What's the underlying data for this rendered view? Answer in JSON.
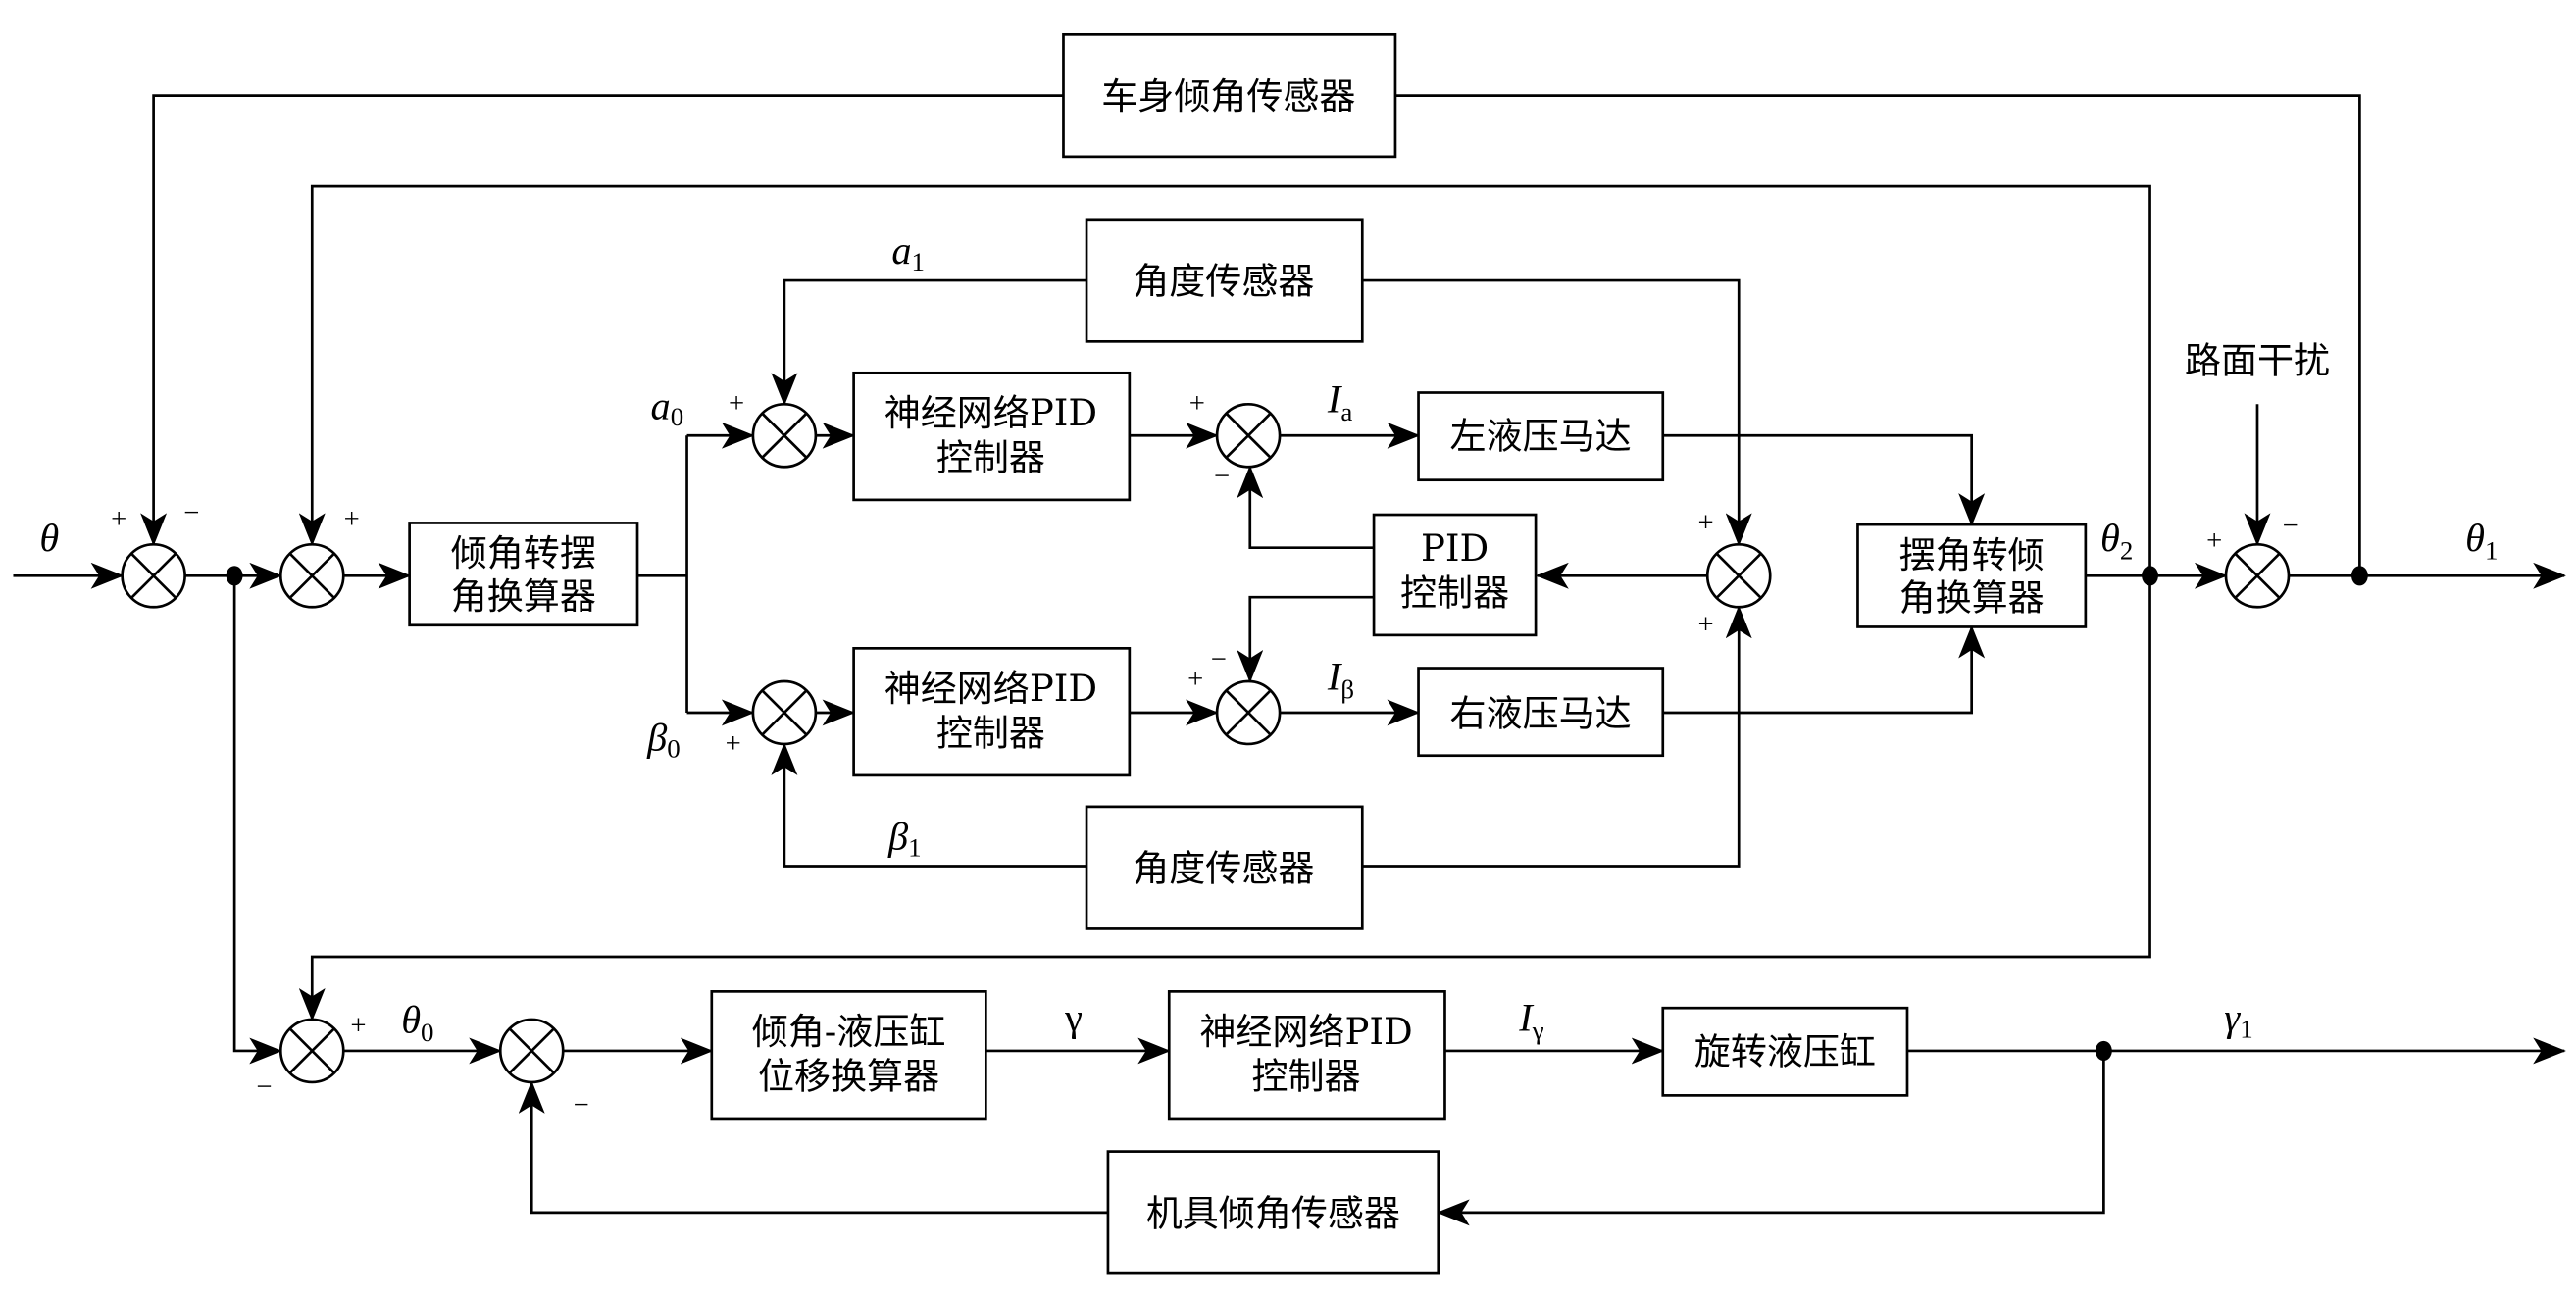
{
  "blocks": {
    "body_tilt_sensor": "车身倾角传感器",
    "angle_sensor_top": "角度传感器",
    "angle_sensor_bottom": "角度传感器",
    "nn_pid_top": [
      "神经网络PID",
      "控制器"
    ],
    "nn_pid_bottom": [
      "神经网络PID",
      "控制器"
    ],
    "tilt_to_swing": [
      "倾角转摆",
      "角换算器"
    ],
    "left_motor": "左液压马达",
    "right_motor": "右液压马达",
    "pid_controller": [
      "PID",
      "控制器"
    ],
    "swing_to_tilt": [
      "摆角转倾",
      "角换算器"
    ],
    "road_disturbance": "路面干扰",
    "tilt_cylinder_converter": [
      "倾角-液压缸",
      "位移换算器"
    ],
    "nn_pid_gamma": [
      "神经网络PID",
      "控制器"
    ],
    "rotary_cylinder": "旋转液压缸",
    "implement_tilt_sensor": "机具倾角传感器"
  },
  "signals": {
    "theta": {
      "main": "θ",
      "sub": ""
    },
    "a0": {
      "main": "a",
      "sub": "0"
    },
    "a1": {
      "main": "a",
      "sub": "1"
    },
    "beta0": {
      "main": "β",
      "sub": "0"
    },
    "beta1": {
      "main": "β",
      "sub": "1"
    },
    "Ia": {
      "main": "I",
      "sub": "a"
    },
    "Ibeta": {
      "main": "I",
      "sub": "β"
    },
    "theta2": {
      "main": "θ",
      "sub": "2"
    },
    "theta1": {
      "main": "θ",
      "sub": "1"
    },
    "theta0": {
      "main": "θ",
      "sub": "0"
    },
    "gamma": {
      "main": "γ",
      "sub": ""
    },
    "Igamma": {
      "main": "I",
      "sub": "γ"
    },
    "gamma1": {
      "main": "γ",
      "sub": "1"
    }
  },
  "signs": {
    "plus": "+",
    "minus": "−"
  }
}
